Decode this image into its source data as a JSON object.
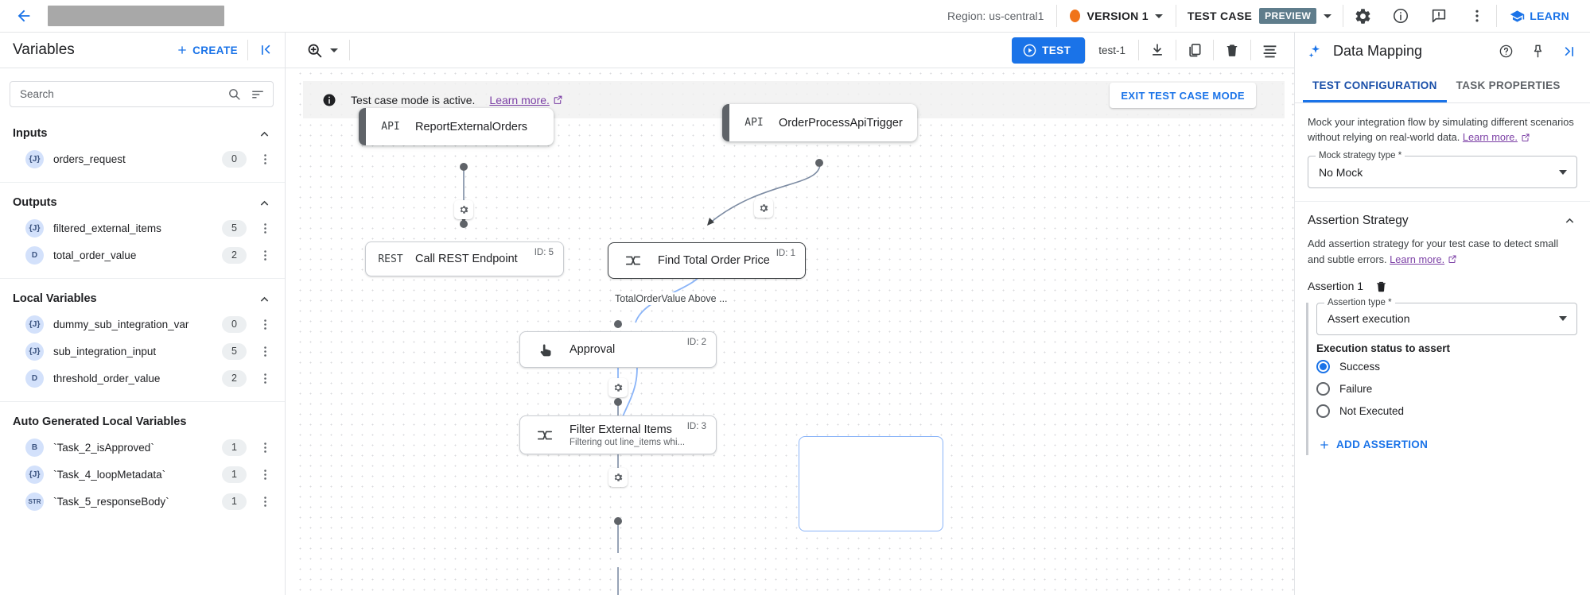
{
  "topbar": {
    "back_icon": "arrow-left-icon",
    "redacted_title": "",
    "region": "Region: us-central1",
    "version_label": "VERSION 1",
    "version_dot_color": "#f0731a",
    "test_case_label": "TEST CASE",
    "preview_badge": "PREVIEW",
    "settings_icon": "gear-icon",
    "info_icon": "info-circle-icon",
    "feedback_icon": "feedback-icon",
    "more_icon": "more-vert-icon",
    "learn_label": "LEARN",
    "accent_color": "#1a73e8"
  },
  "left_panel": {
    "title": "Variables",
    "create_label": "CREATE",
    "collapse_icon": "collapse-left-icon",
    "search": {
      "placeholder": "Search",
      "value": "",
      "icon": "search-icon"
    },
    "sort_icon": "sort-icon",
    "sections": [
      {
        "title": "Inputs",
        "expanded": true,
        "items": [
          {
            "type": "{J}",
            "name": "orders_request",
            "count": "0"
          }
        ]
      },
      {
        "title": "Outputs",
        "expanded": true,
        "items": [
          {
            "type": "{J}",
            "name": "filtered_external_items",
            "count": "5"
          },
          {
            "type": "D",
            "name": "total_order_value",
            "count": "2"
          }
        ]
      },
      {
        "title": "Local Variables",
        "expanded": true,
        "items": [
          {
            "type": "{J}",
            "name": "dummy_sub_integration_var",
            "count": "0"
          },
          {
            "type": "{J}",
            "name": "sub_integration_input",
            "count": "5"
          },
          {
            "type": "D",
            "name": "threshold_order_value",
            "count": "2"
          }
        ]
      },
      {
        "title": "Auto Generated Local Variables",
        "expanded": false,
        "items": [
          {
            "type": "B",
            "name": "`Task_2_isApproved`",
            "count": "1"
          },
          {
            "type": "{J}",
            "name": "`Task_4_loopMetadata`",
            "count": "1"
          },
          {
            "type": "STR",
            "name": "`Task_5_responseBody`",
            "count": "1"
          }
        ]
      }
    ]
  },
  "canvas_toolbar": {
    "zoom_icon": "zoom-in-icon",
    "test_button": "TEST",
    "test_name": "test-1",
    "download_icon": "download-icon",
    "copy_icon": "copy-icon",
    "delete_icon": "trash-icon",
    "list_icon": "list-icon"
  },
  "canvas": {
    "banner": {
      "icon": "info-icon",
      "text": "Test case mode is active.",
      "link": "Learn more.",
      "external_icon": "external-link-icon"
    },
    "exit_button": "EXIT TEST CASE MODE",
    "nodes": [
      {
        "icon": "API",
        "title": "ReportExternalOrders",
        "subtitle": "",
        "id": ""
      },
      {
        "icon": "API",
        "title": "OrderProcessApiTrigger",
        "subtitle": "",
        "id": ""
      },
      {
        "icon": "REST",
        "title": "Call REST Endpoint",
        "subtitle": "",
        "id": "ID: 5"
      },
      {
        "icon": "map",
        "title": "Find Total Order Price",
        "subtitle": "",
        "id": "ID: 1"
      },
      {
        "icon": "approval",
        "title": "Approval",
        "subtitle": "",
        "id": "ID: 2"
      },
      {
        "icon": "map",
        "title": "Filter External Items",
        "subtitle": "Filtering out line_items whi...",
        "id": "ID: 3"
      }
    ],
    "edge_label": "TotalOrderValue Above ..."
  },
  "right_panel": {
    "header_icon": "data-mapping-icon",
    "title": "Data Mapping",
    "help_icon": "help-circle-icon",
    "pin_icon": "pin-icon",
    "collapse_icon": "collapse-right-icon",
    "tabs": [
      {
        "label": "TEST CONFIGURATION",
        "active": true
      },
      {
        "label": "TASK PROPERTIES",
        "active": false
      }
    ],
    "mock": {
      "description": "Mock your integration flow by simulating different scenarios without relying on real-world data.",
      "link": "Learn more.",
      "field_label": "Mock strategy type *",
      "field_value": "No Mock"
    },
    "assertion": {
      "section_title": "Assertion Strategy",
      "description": "Add assertion strategy for your test case to detect small and subtle errors.",
      "link": "Learn more.",
      "item_label": "Assertion 1",
      "delete_icon": "trash-icon",
      "type_field_label": "Assertion type *",
      "type_field_value": "Assert execution",
      "status_label": "Execution status to assert",
      "options": [
        {
          "label": "Success",
          "selected": true
        },
        {
          "label": "Failure",
          "selected": false
        },
        {
          "label": "Not Executed",
          "selected": false
        }
      ],
      "add_label": "ADD ASSERTION"
    }
  }
}
